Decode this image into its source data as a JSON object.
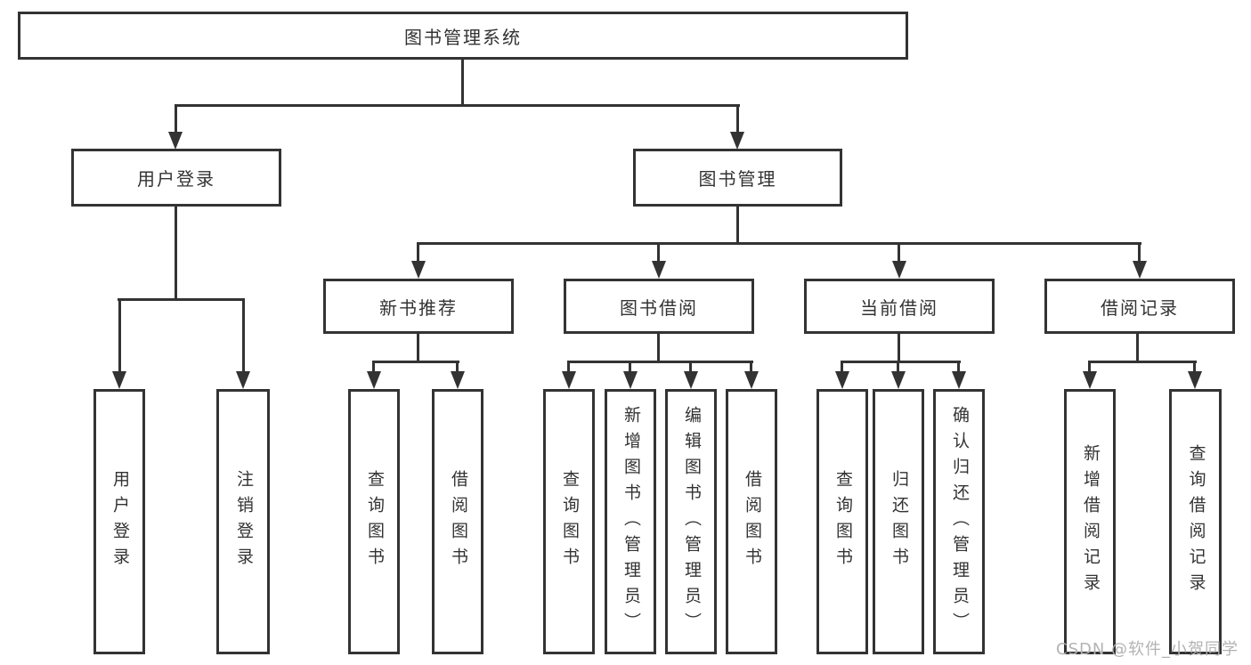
{
  "diagram": {
    "root": "图书管理系统",
    "branches": {
      "user_login": "用户登录",
      "book_management": "图书管理"
    },
    "modules": {
      "new_book": "新书推荐",
      "book_borrow": "图书借阅",
      "current_borrow": "当前借阅",
      "borrow_record": "借阅记录"
    },
    "leaves": {
      "user_login": [
        "用户登录",
        "注销登录"
      ],
      "new_book": [
        "查询图书",
        "借阅图书"
      ],
      "book_borrow": [
        "查询图书",
        "新增图书（管理员）",
        "编辑图书（管理员）",
        "借阅图书"
      ],
      "current_borrow": [
        "查询图书",
        "归还图书",
        "确认归还（管理员）"
      ],
      "borrow_record": [
        "新增借阅记录",
        "查询借阅记录"
      ]
    }
  },
  "watermark": "CSDN @软件_小贺同学",
  "colors": {
    "line": "#333333",
    "text": "#333333",
    "watermark": "#b3b3b3",
    "background": "#ffffff"
  }
}
